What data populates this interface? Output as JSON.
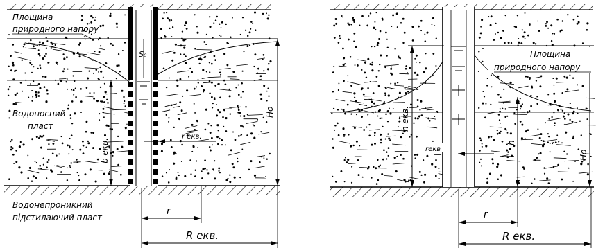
{
  "left": {
    "label_surface": [
      "Площина",
      "природного напору"
    ],
    "label_aquifer": [
      "Водоносний",
      "пласт"
    ],
    "label_aquiclude": [
      "Водонепроникний",
      "підстилаючий пласт"
    ],
    "label_s": "S₀",
    "label_b": "b екв.",
    "label_h0": "Ho",
    "label_r_eq": "r екв.",
    "label_r": "r",
    "label_R": "R екв."
  },
  "right": {
    "label_surface": [
      "Площина",
      "природного напору"
    ],
    "label_h_eq": "h екв.",
    "label_h": "h",
    "label_h0": "Ho",
    "label_r_eq": "rекв",
    "label_r": "r",
    "label_R": "R екв."
  }
}
